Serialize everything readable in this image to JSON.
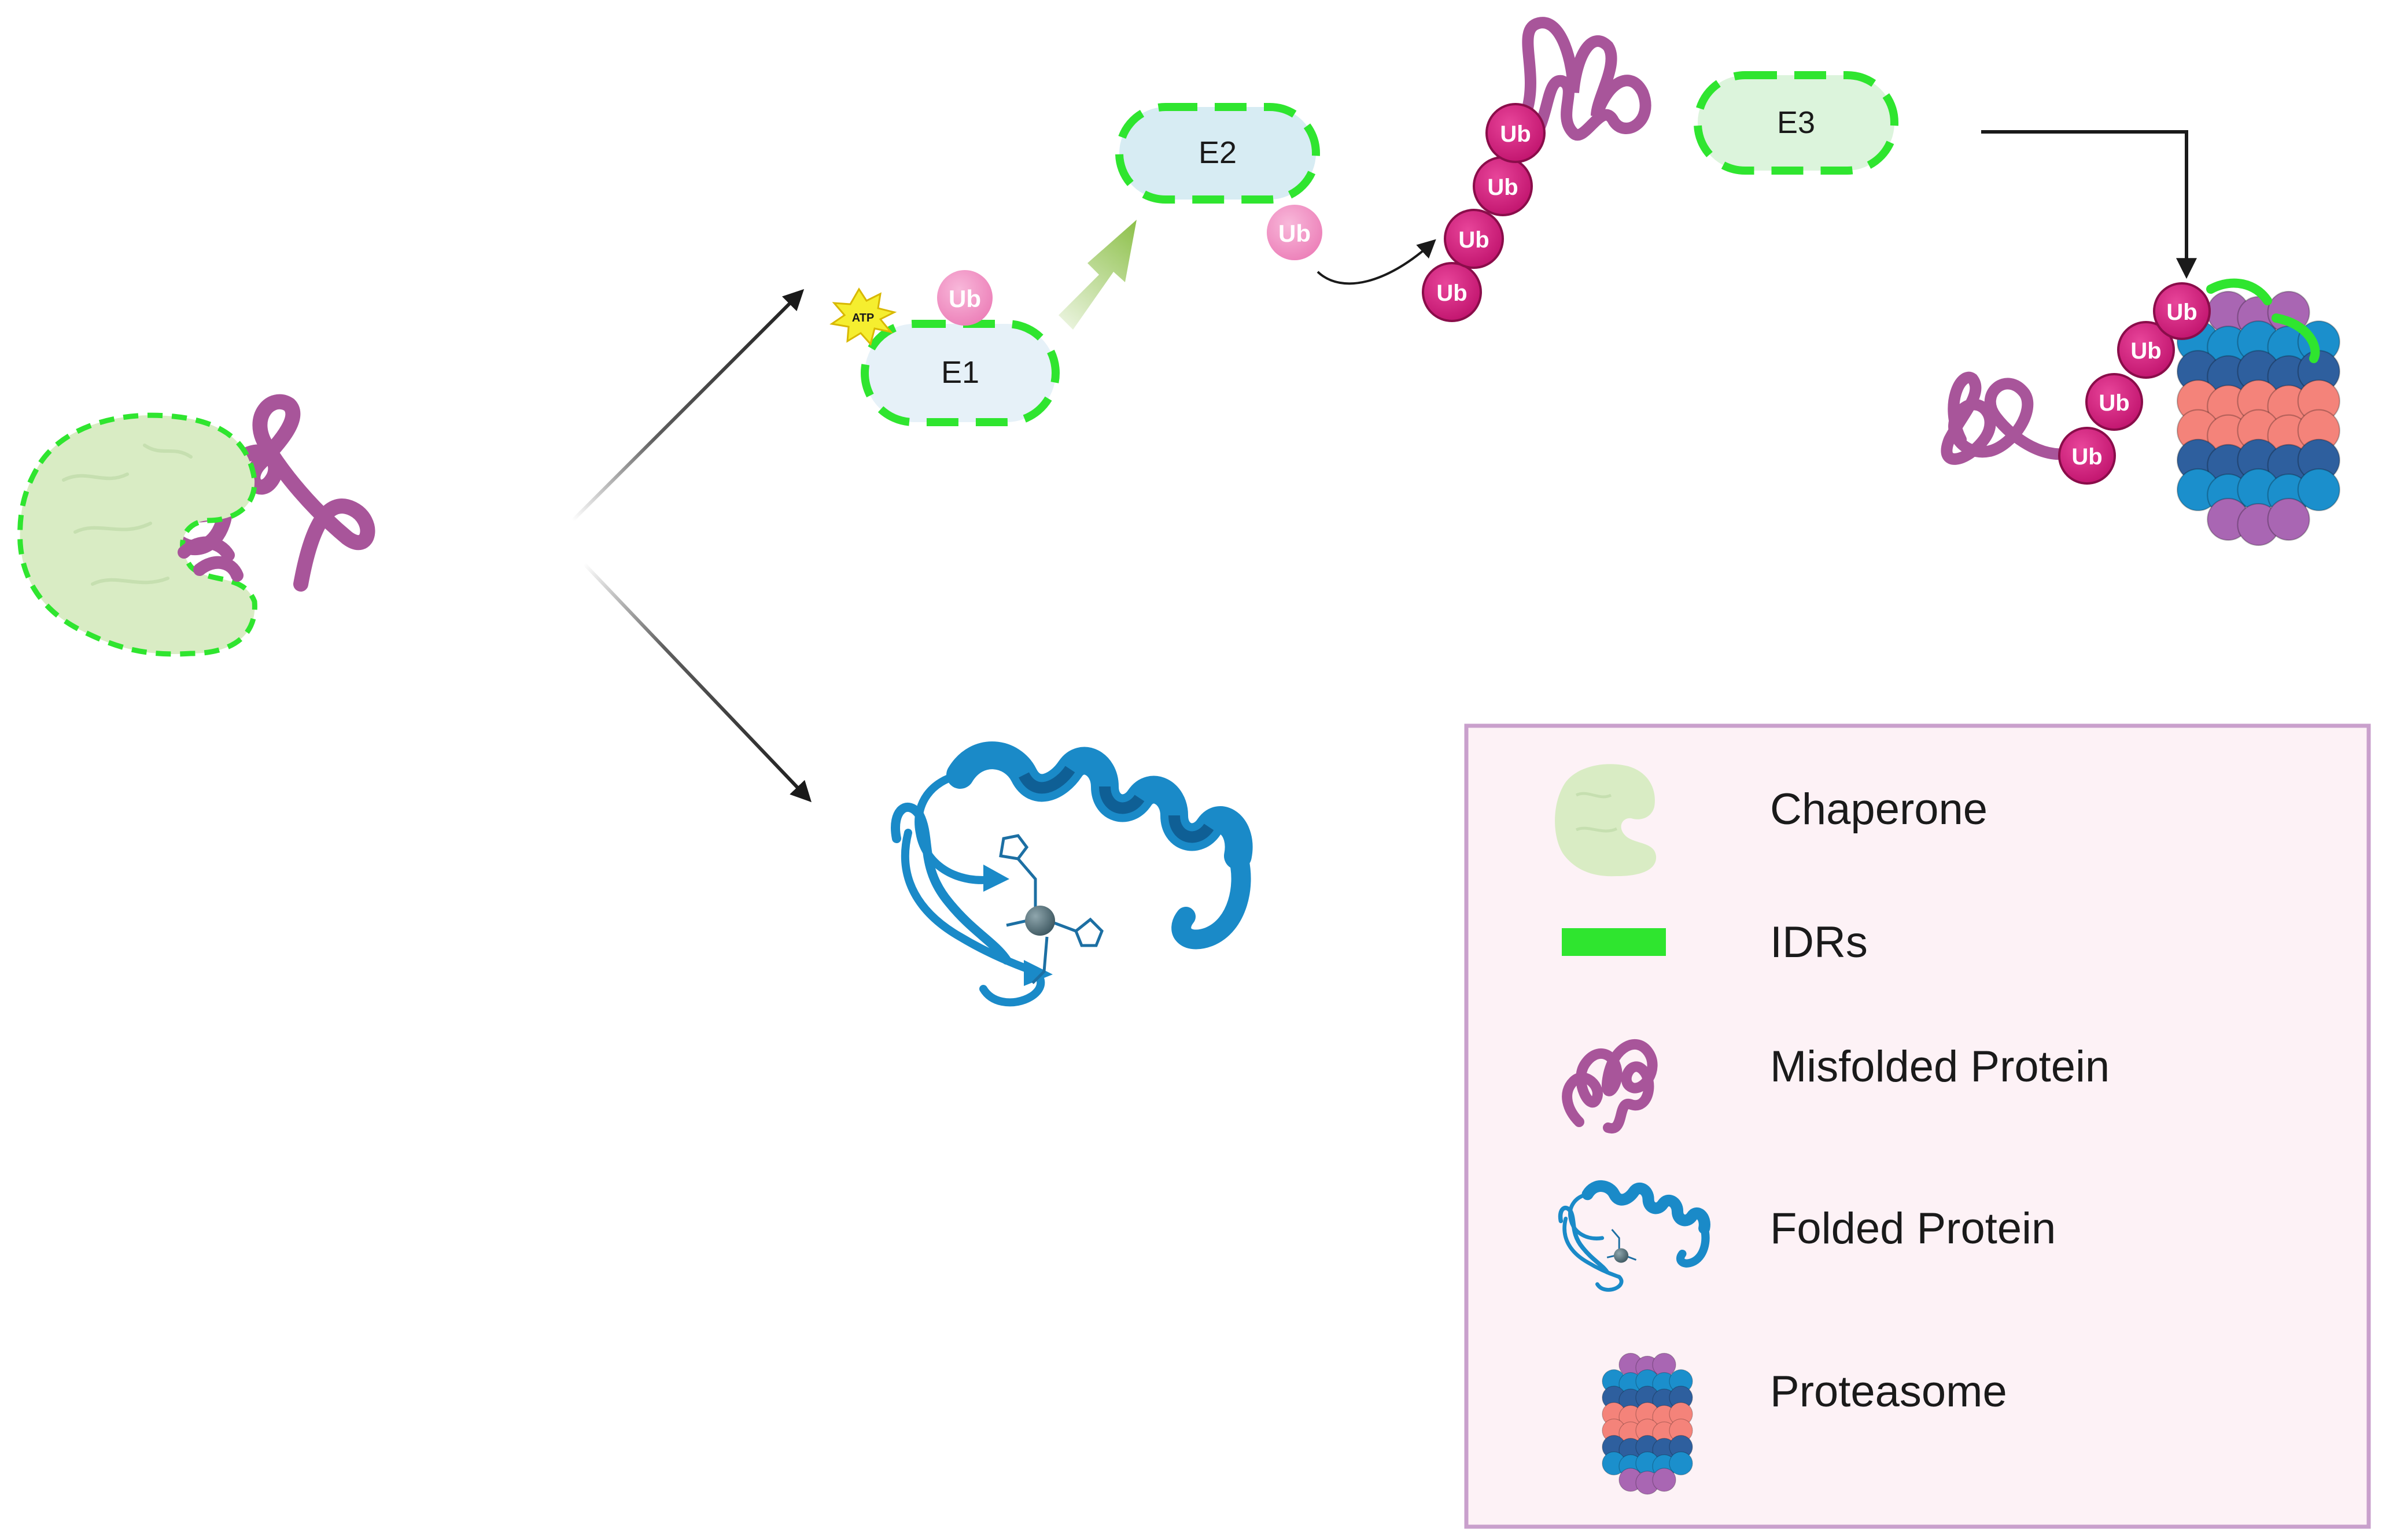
{
  "enzymes": {
    "e1": "E1",
    "e2": "E2",
    "e3": "E3"
  },
  "labels": {
    "atp": "ATP",
    "ub": "Ub"
  },
  "legend": {
    "items": [
      {
        "icon": "chaperone-icon",
        "label": "Chaperone"
      },
      {
        "icon": "idr-icon",
        "label": "IDRs"
      },
      {
        "icon": "misfolded-protein-icon",
        "label": "Misfolded Protein"
      },
      {
        "icon": "folded-protein-icon",
        "label": "Folded Protein"
      },
      {
        "icon": "proteasome-icon",
        "label": "Proteasome"
      }
    ]
  },
  "colors": {
    "idr_green": "#2fe52f",
    "chaperone_fill": "#d9ecc4",
    "misfolded_purple": "#a8559a",
    "ub_magenta": "#d6217f",
    "ub_pale": "#f39ac8",
    "folded_blue": "#1a8ac8",
    "proteasome_blue": "#1b8fcc",
    "proteasome_navy": "#2e5f9e",
    "proteasome_salmon": "#f4837a",
    "proteasome_purple": "#a966b3",
    "e1_fill": "#e6f1f8",
    "e2_fill": "#d7ecf3",
    "e3_fill": "#dcf4dc",
    "legend_bg": "#fdf2f6",
    "legend_border": "#c9a0cc",
    "green_arrow": "#8dc04a"
  }
}
